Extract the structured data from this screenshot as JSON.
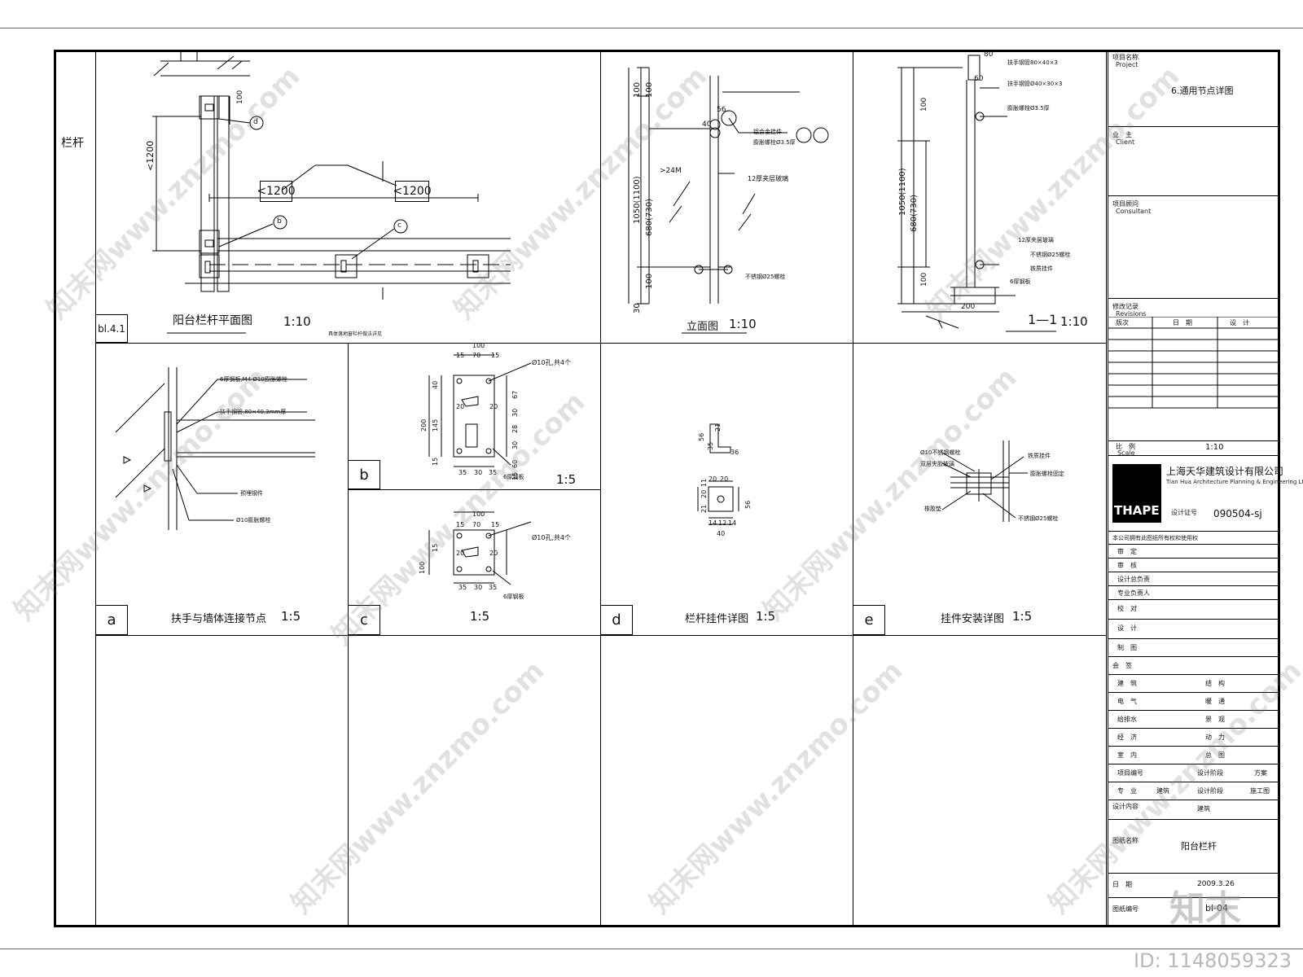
{
  "side_label": "栏杆",
  "panels": {
    "plan": {
      "tag": "bl.4.1",
      "title": "阳台栏杆平面图",
      "scale": "1:10",
      "note": "具体落地窗栏杆做法详见",
      "dims": [
        "<1200",
        "<1200",
        "<1200",
        "100"
      ],
      "callouts": [
        "d",
        "b",
        "c"
      ]
    },
    "elev": {
      "title": "立面图",
      "scale": "1:10",
      "dims": [
        "1050(1100)",
        "680(730)",
        "100",
        "100",
        "100",
        "30",
        "56",
        "40",
        ">24M"
      ],
      "notes": [
        "12厚夹层玻璃",
        "不锈钢Ø25螺栓",
        "铝合金挂件",
        "膨胀螺栓Ø3.5厚"
      ]
    },
    "sect": {
      "title": "1—1",
      "scale": "1:10",
      "dims": [
        "80",
        "60",
        "100",
        "1050(1100)",
        "680(730)",
        "100",
        "200"
      ],
      "notes": [
        "扶手钢管80×40×3",
        "扶手钢管Ø40×30×3",
        "膨胀螺栓Ø3.5厚",
        "12厚夹层玻璃",
        "不锈钢Ø25螺栓",
        "铁质挂件",
        "6厚钢板"
      ]
    },
    "a": {
      "tag": "a",
      "title": "扶手与墙体连接节点",
      "scale": "1:5",
      "notes": [
        "6厚钢板,M4 Ø10膨胀螺栓",
        "扶手钢管,80×40,3mm厚",
        "预埋钢件",
        "Ø10膨胀螺栓"
      ]
    },
    "b": {
      "tag": "b",
      "scale": "1:5",
      "dims": [
        "100",
        "15",
        "70",
        "15",
        "40",
        "200",
        "145",
        "15",
        "67",
        "30",
        "28",
        "30",
        "60",
        "15",
        "35",
        "30",
        "35",
        "20",
        "20"
      ],
      "notes": [
        "Ø10孔,共4个",
        "6厚钢板"
      ]
    },
    "c": {
      "tag": "c",
      "scale": "1:5",
      "dims": [
        "100",
        "15",
        "70",
        "15",
        "100",
        "15",
        "35",
        "30",
        "35",
        "20",
        "20"
      ],
      "notes": [
        "Ø10孔,共4个",
        "6厚钢板"
      ]
    },
    "d": {
      "tag": "d",
      "title": "栏杆挂件详图",
      "scale": "1:5",
      "dims": [
        "56",
        "35",
        "21",
        "36",
        "20",
        "20",
        "21",
        "20",
        "11",
        "56",
        "14",
        "12",
        "14",
        "40"
      ]
    },
    "e": {
      "tag": "e",
      "title": "挂件安装详图",
      "scale": "1:5",
      "notes": [
        "Ø10不锈钢螺栓",
        "双层夹胶玻璃",
        "铁质挂件",
        "膨胀螺栓固定",
        "橡胶垫",
        "不锈钢Ø25螺栓"
      ]
    }
  },
  "titleblock": {
    "project_label": "项目名称",
    "project_label_en": "Project",
    "project_name": "6.通用节点详图",
    "client_label": "业　主",
    "client_label_en": "Client",
    "consult_label": "项目顾问",
    "consult_label_en": "Consultant",
    "rev_label": "修改记录",
    "rev_label_en": "Revisions",
    "rev_cols": [
      "版次",
      "日　期",
      "设　计"
    ],
    "scale_label": "比　例",
    "scale_label_en": "Scale",
    "scale": "1:10",
    "company": "上海天华建筑设计有限公司",
    "company_en": "Tian Hua Architecture Planning & Engineering Ltd.",
    "logo": "THAPE",
    "license_label": "设计证号",
    "license": "090504-sj",
    "statement": "本公司拥有此图纸所有权和使用权",
    "roles": [
      "审　定",
      "审　核",
      "设计总负责",
      "专业负责人",
      "校　对",
      "设　计",
      "制　图"
    ],
    "sign_label": "会　签",
    "sign_pairs": [
      [
        "建　筑",
        "结　构"
      ],
      [
        "电　气",
        "暖　通"
      ],
      [
        "给排水",
        "景　观"
      ],
      [
        "经　济",
        "动　力"
      ],
      [
        "室　内",
        "总　图"
      ]
    ],
    "proj_no_label": "项目编号",
    "phase_label": "设计阶段",
    "phase_value": "方案",
    "major_label": "专　业",
    "major_value": "建筑",
    "stage_label": "设计阶段",
    "stage_value": "施工图",
    "content_label": "设计内容",
    "content_value": "阳台栏杆",
    "drawing_name_label": "图纸名称",
    "date_label": "日　期",
    "date_value": "2009.3.26",
    "drawing_no_label": "图纸编号",
    "drawing_no": "bl-04"
  },
  "watermark": "知末网www.znzmo.com",
  "brand": "知末",
  "image_id": "ID: 1148059323"
}
